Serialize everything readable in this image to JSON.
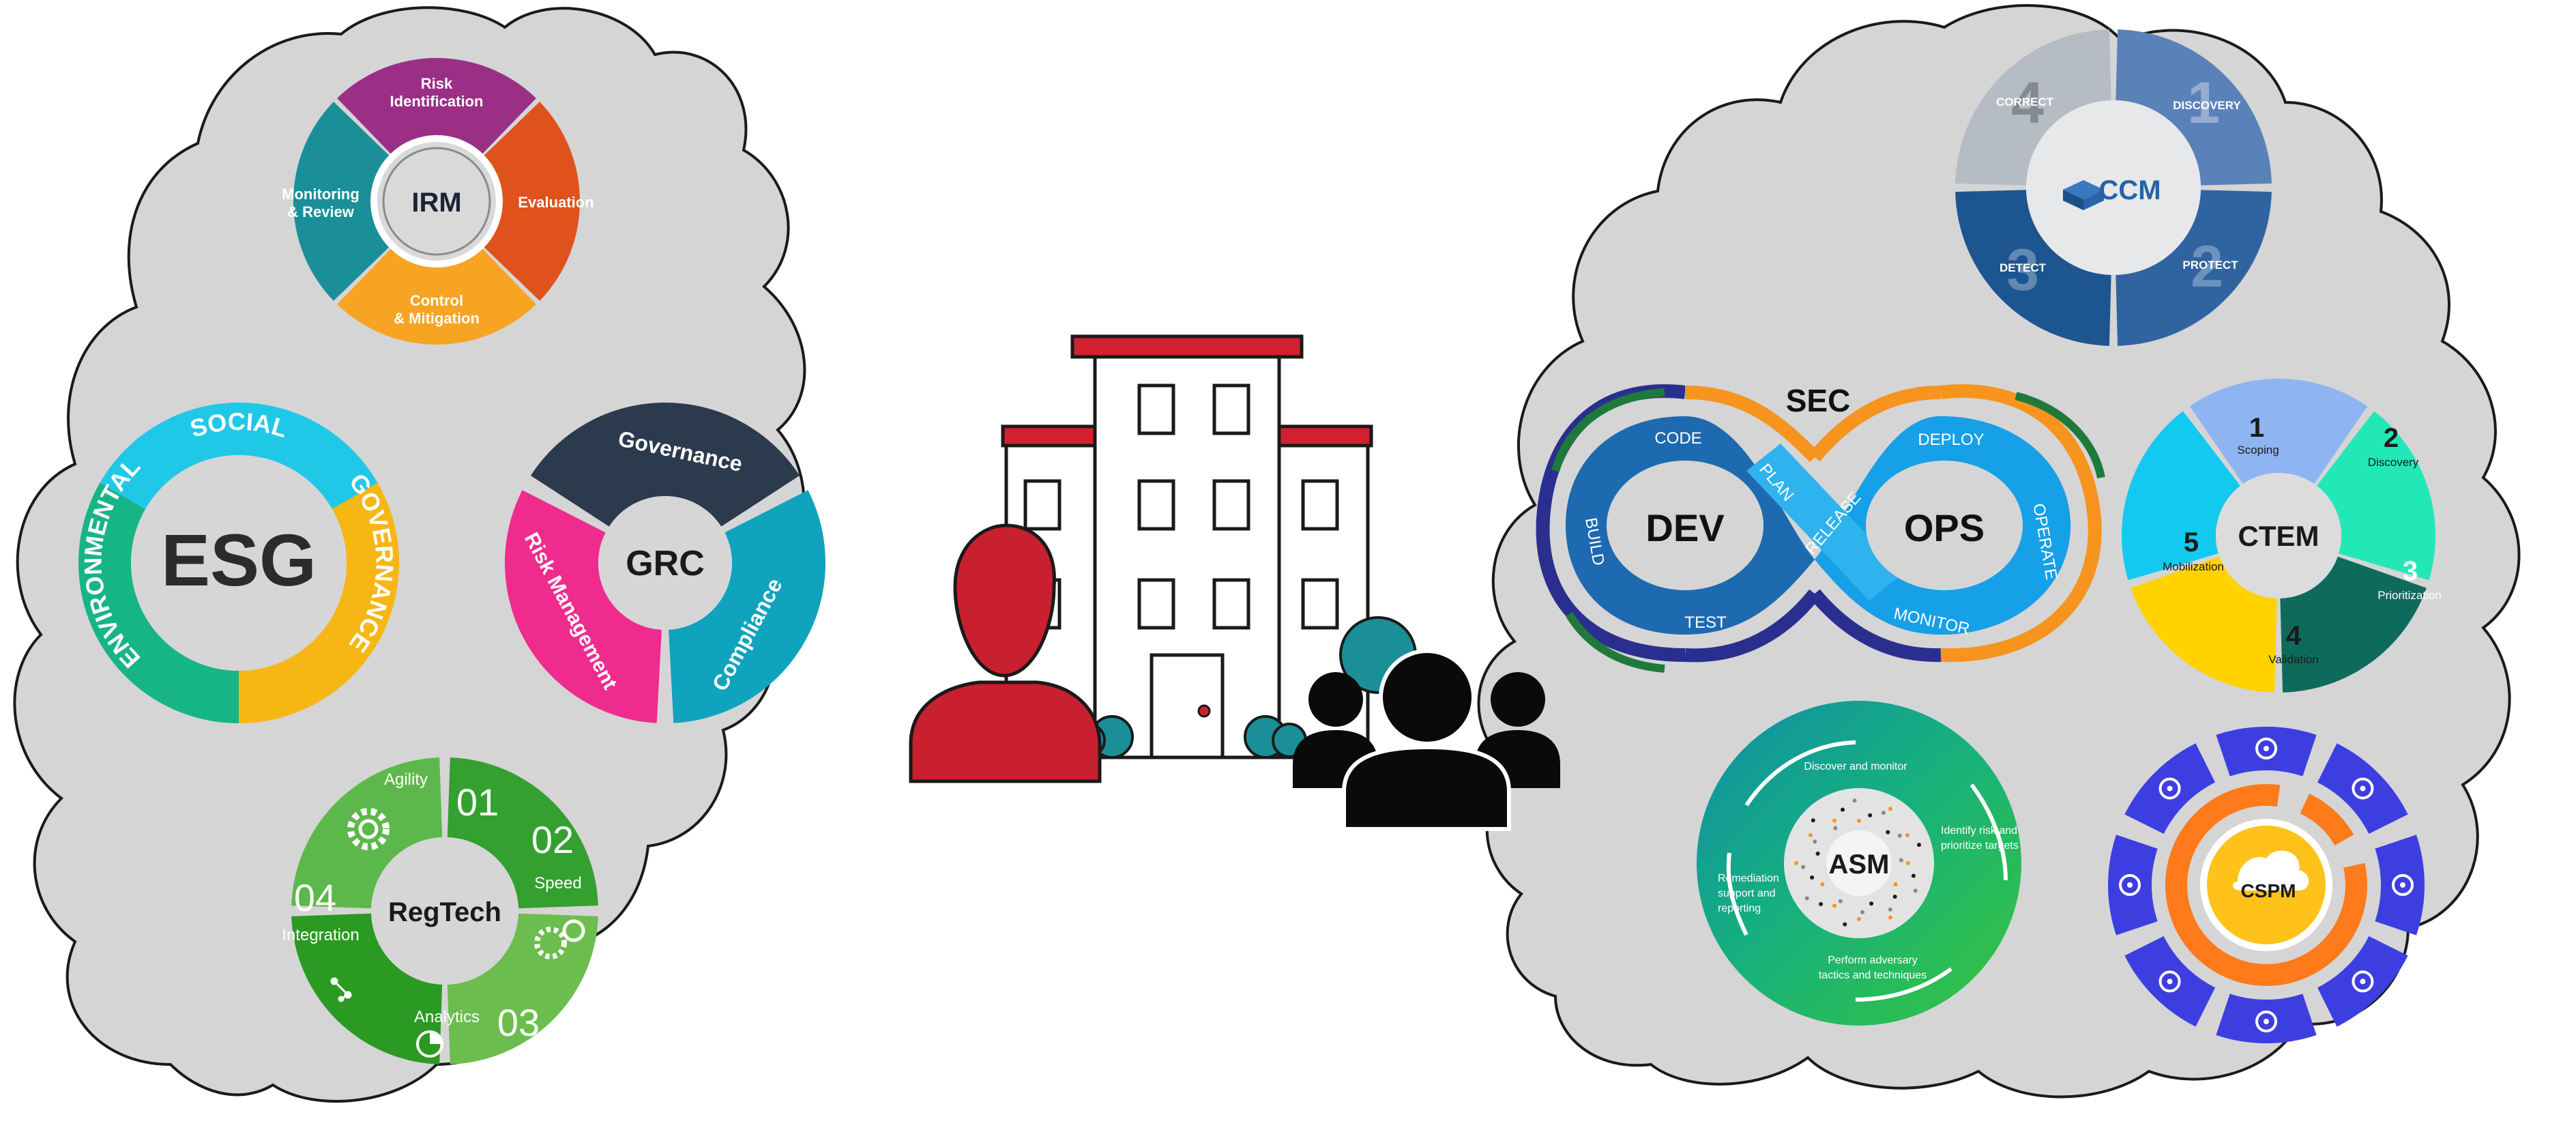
{
  "irm": {
    "center": "IRM",
    "segments": [
      "Risk Identification",
      "Evaluation",
      "Control & Mitigation",
      "Monitoring & Review"
    ],
    "colors": [
      "#9b2f86",
      "#e0521c",
      "#f7a423",
      "#1a8f97"
    ]
  },
  "esg": {
    "center": "ESG",
    "segments": [
      "SOCIAL",
      "GOVERNANCE",
      "ENVIRONMENTAL"
    ],
    "colors": [
      "#20c8e8",
      "#f6b614",
      "#17b585"
    ]
  },
  "grc": {
    "center": "GRC",
    "segments": [
      "Governance",
      "Compliance",
      "Risk Management"
    ],
    "colors": [
      "#2b3a4c",
      "#10a3bd",
      "#f02b8e"
    ]
  },
  "regtech": {
    "center": "RegTech",
    "items": [
      {
        "num": "01",
        "label": "Agility"
      },
      {
        "num": "02",
        "label": "Speed"
      },
      {
        "num": "03",
        "label": "Analytics"
      },
      {
        "num": "04",
        "label": "Integration"
      }
    ],
    "colors": [
      "#34a02f",
      "#6bbd4e",
      "#2b9a22",
      "#5db84b"
    ]
  },
  "ccm": {
    "center": "CCM",
    "segments": [
      {
        "num": "1",
        "label": "DISCOVERY"
      },
      {
        "num": "2",
        "label": "PROTECT"
      },
      {
        "num": "3",
        "label": "DETECT"
      },
      {
        "num": "4",
        "label": "CORRECT"
      }
    ],
    "colors": [
      "#5b82b8",
      "#2f64a1",
      "#1d5590",
      "#b6bcc3"
    ]
  },
  "devsecops": {
    "top": "SEC",
    "left": "DEV",
    "right": "OPS",
    "stages": [
      "CODE",
      "PLAN",
      "BUILD",
      "TEST",
      "RELEASE",
      "DEPLOY",
      "OPERATE",
      "MONITOR"
    ]
  },
  "ctem": {
    "center": "CTEM",
    "items": [
      {
        "num": "1",
        "label": "Scoping"
      },
      {
        "num": "2",
        "label": "Discovery"
      },
      {
        "num": "3",
        "label": "Prioritization"
      },
      {
        "num": "4",
        "label": "Validation"
      },
      {
        "num": "5",
        "label": "Mobilization"
      }
    ],
    "colors": [
      "#8fb4f2",
      "#22e8b7",
      "#0e6b5c",
      "#ffd200",
      "#12c9f0"
    ]
  },
  "asm": {
    "center": "ASM",
    "steps": [
      "Discover and monitor",
      "Identify risk and prioritize targets",
      "Perform adversary tactics and techniques",
      "Remediation support and reporting"
    ]
  },
  "cspm": {
    "center": "CSPM",
    "icons": [
      "user-gear-icon",
      "gears-icon",
      "line-chart-icon",
      "cloud-transfer-icon",
      "lock-icon",
      "network-icon",
      "search-bug-icon",
      "hierarchy-icon"
    ],
    "colors": {
      "outer": "#3d3ee0",
      "ring": "#ff7a1a",
      "center": "#ffc21a"
    }
  },
  "colors": {
    "cloud": "#d5d5d6",
    "building_roof": "#d3202e",
    "person": "#c8202e",
    "group": "#0a0a0a",
    "shrub": "#1a8f97"
  }
}
